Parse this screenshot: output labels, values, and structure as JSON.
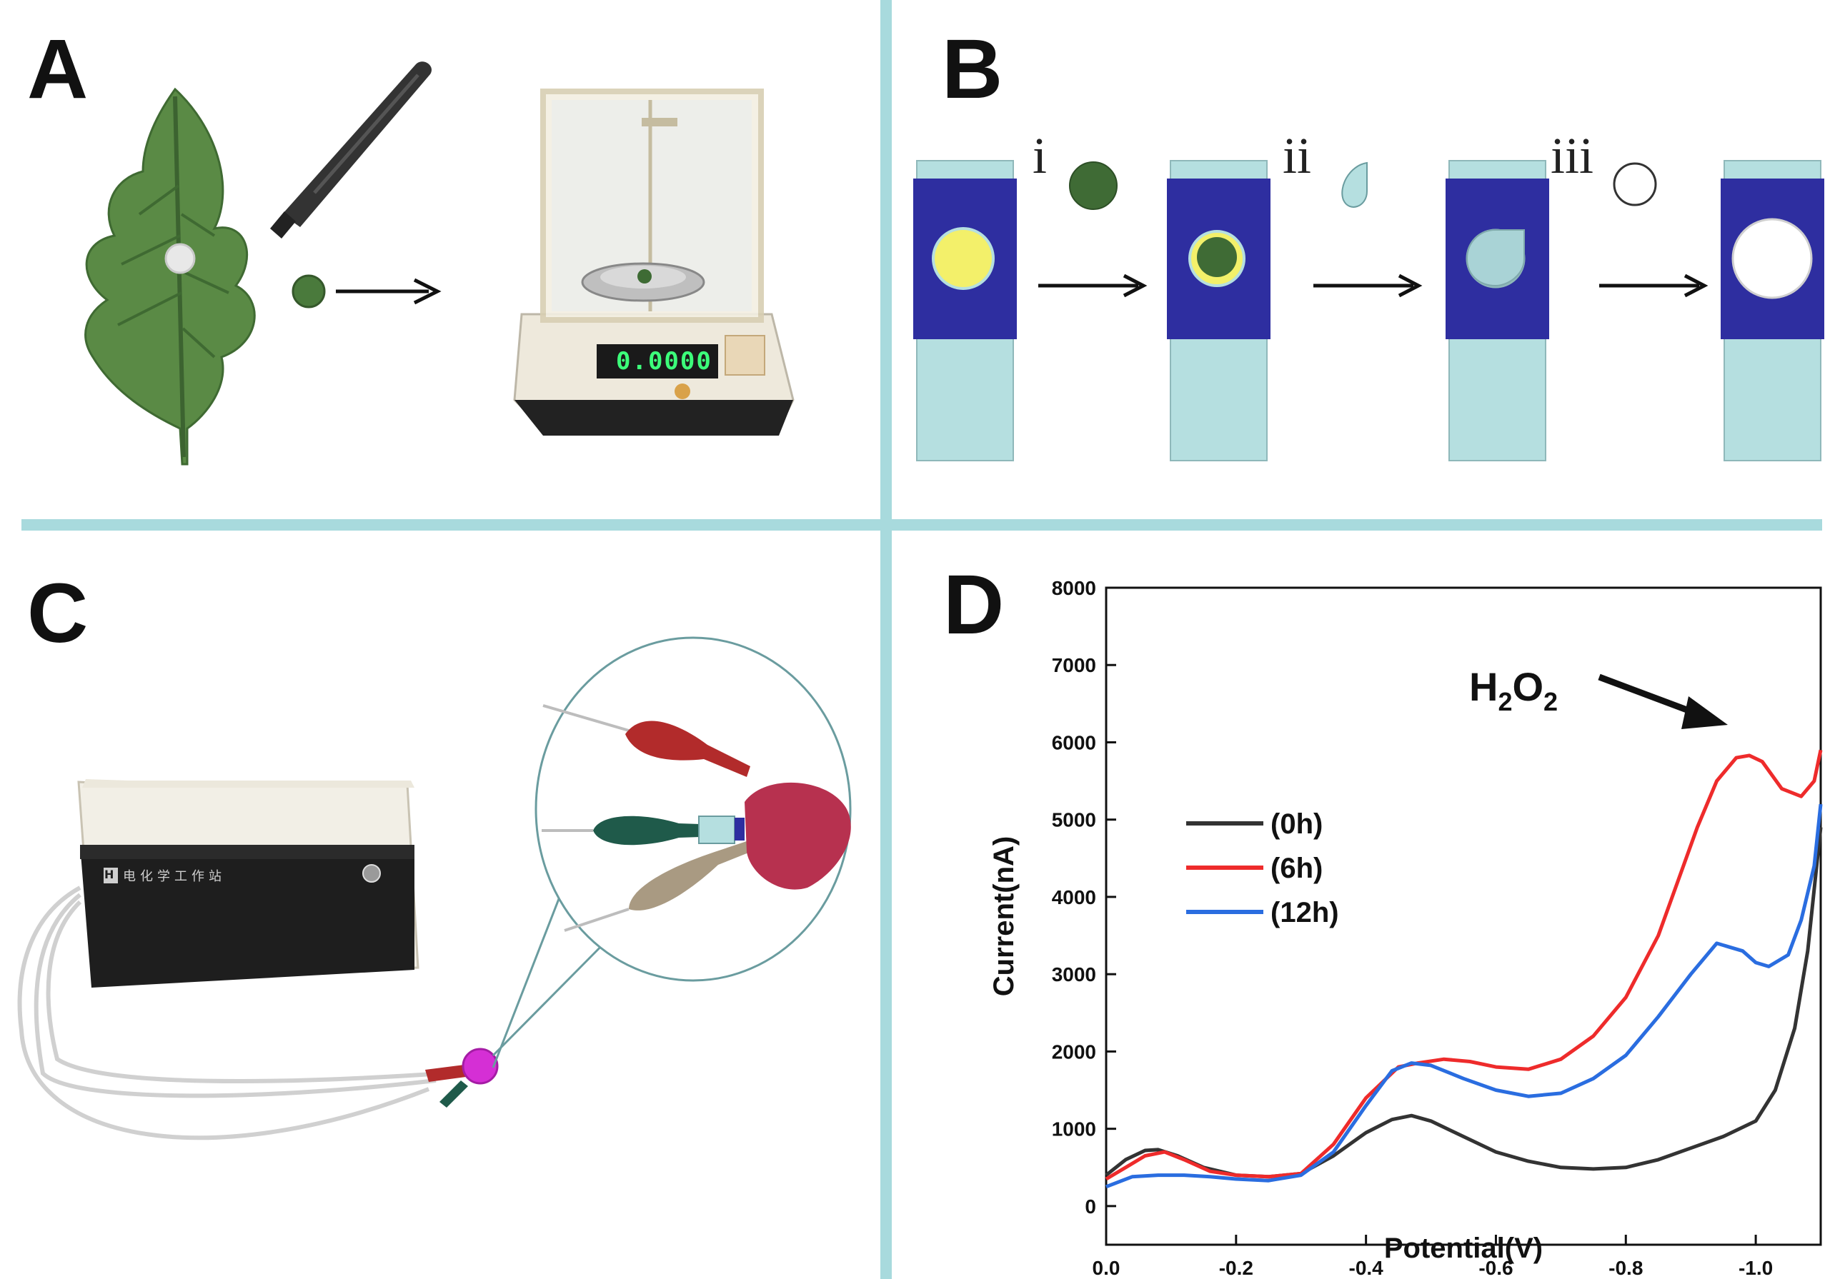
{
  "panels": {
    "a": {
      "letter": "A"
    },
    "b": {
      "letter": "B",
      "steps": [
        "i",
        "ii",
        "iii"
      ]
    },
    "c": {
      "letter": "C",
      "device_label": "电化学工作站",
      "device_brand": "H"
    },
    "d": {
      "letter": "D",
      "annotation": {
        "main": "H",
        "sub1": "2",
        "mid": "O",
        "sub2": "2"
      }
    }
  },
  "balance": {
    "reading": "0.0000"
  },
  "colors": {
    "divider": "#a8dadd",
    "electrode_blue": "#2e2ea0",
    "electrode_body": "#b5dfe0",
    "sample_yellow": "#f3f06a",
    "leaf_green": "#5a8a45",
    "series_0h": "#333333",
    "series_6h": "#ee2b2b",
    "series_12h": "#2a6de0"
  },
  "chart_data": {
    "type": "line",
    "xlabel": "Potential(V)",
    "ylabel": "Current(nA)",
    "xlim": [
      0.0,
      -1.1
    ],
    "ylim": [
      -500,
      8000
    ],
    "x_ticks": [
      "0.0",
      "-0.2",
      "-0.4",
      "-0.6",
      "-0.8",
      "-1.0"
    ],
    "x_tick_values": [
      0.0,
      -0.2,
      -0.4,
      -0.6,
      -0.8,
      -1.0
    ],
    "y_ticks": [
      "0",
      "1000",
      "2000",
      "3000",
      "4000",
      "5000",
      "6000",
      "7000",
      "8000"
    ],
    "y_tick_values": [
      0,
      1000,
      2000,
      3000,
      4000,
      5000,
      6000,
      7000,
      8000
    ],
    "legend_position": "center-left",
    "grid": false,
    "series": [
      {
        "name": "(0h)",
        "color": "#333333",
        "x": [
          0.0,
          -0.03,
          -0.06,
          -0.08,
          -0.11,
          -0.15,
          -0.2,
          -0.25,
          -0.3,
          -0.35,
          -0.4,
          -0.44,
          -0.47,
          -0.5,
          -0.55,
          -0.6,
          -0.65,
          -0.7,
          -0.75,
          -0.8,
          -0.85,
          -0.9,
          -0.95,
          -1.0,
          -1.03,
          -1.06,
          -1.08,
          -1.1
        ],
        "y": [
          400,
          600,
          720,
          730,
          650,
          500,
          400,
          380,
          420,
          650,
          950,
          1120,
          1170,
          1100,
          900,
          700,
          580,
          500,
          480,
          500,
          600,
          750,
          900,
          1100,
          1500,
          2300,
          3300,
          4900
        ]
      },
      {
        "name": "(6h)",
        "color": "#ee2b2b",
        "x": [
          0.0,
          -0.03,
          -0.06,
          -0.09,
          -0.12,
          -0.16,
          -0.2,
          -0.25,
          -0.3,
          -0.35,
          -0.4,
          -0.45,
          -0.48,
          -0.52,
          -0.56,
          -0.6,
          -0.65,
          -0.7,
          -0.75,
          -0.8,
          -0.85,
          -0.88,
          -0.91,
          -0.94,
          -0.97,
          -0.99,
          -1.01,
          -1.04,
          -1.07,
          -1.09,
          -1.1
        ],
        "y": [
          350,
          500,
          650,
          700,
          600,
          450,
          400,
          380,
          420,
          800,
          1400,
          1800,
          1850,
          1900,
          1870,
          1800,
          1770,
          1900,
          2200,
          2700,
          3500,
          4200,
          4900,
          5500,
          5800,
          5830,
          5750,
          5400,
          5300,
          5500,
          5900
        ]
      },
      {
        "name": "(12h)",
        "color": "#2a6de0",
        "x": [
          0.0,
          -0.04,
          -0.08,
          -0.12,
          -0.16,
          -0.2,
          -0.25,
          -0.3,
          -0.35,
          -0.4,
          -0.44,
          -0.47,
          -0.5,
          -0.55,
          -0.6,
          -0.65,
          -0.7,
          -0.75,
          -0.8,
          -0.85,
          -0.9,
          -0.94,
          -0.96,
          -0.98,
          -1.0,
          -1.02,
          -1.05,
          -1.07,
          -1.09,
          -1.1
        ],
        "y": [
          250,
          380,
          400,
          400,
          380,
          350,
          330,
          400,
          700,
          1300,
          1750,
          1850,
          1820,
          1650,
          1500,
          1420,
          1460,
          1650,
          1950,
          2450,
          3000,
          3400,
          3350,
          3300,
          3150,
          3100,
          3250,
          3700,
          4400,
          5200
        ]
      }
    ]
  }
}
